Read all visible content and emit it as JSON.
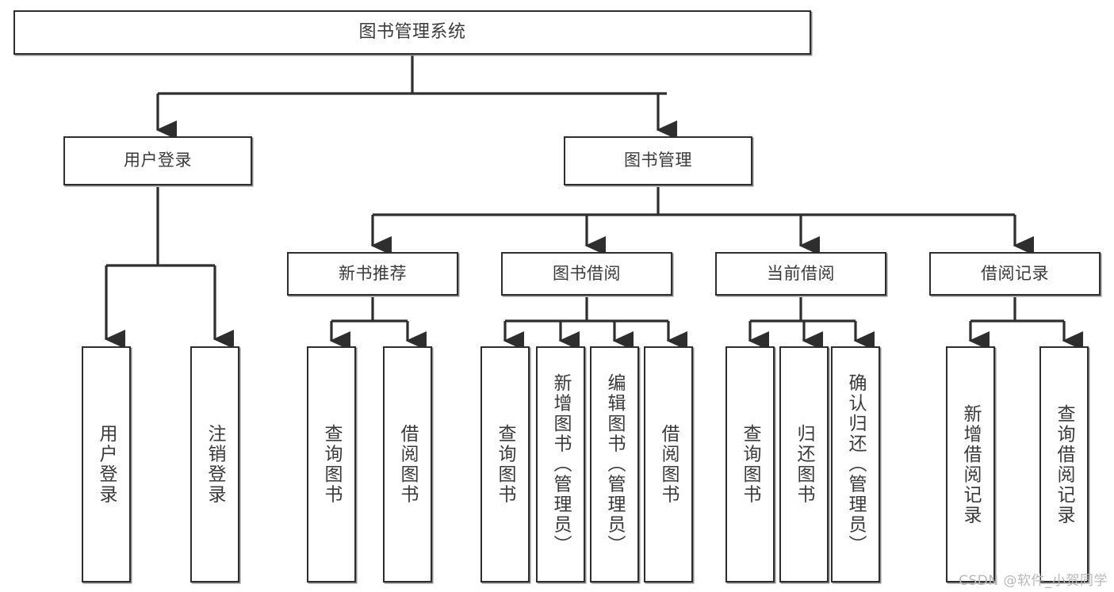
{
  "diagram": {
    "title": "图书管理系统",
    "type": "tree",
    "watermark": "CSDN @软件_小贺同学",
    "colors": {
      "stroke": "#2e2e2e",
      "fill": "#ffffff",
      "text": "#3a3a3a",
      "shadow": "#8c8c8c",
      "watermark": "#b9b9b9"
    },
    "nodes": {
      "root": {
        "label": "图书管理系统"
      },
      "level2": [
        {
          "label": "用户登录"
        },
        {
          "label": "图书管理"
        }
      ],
      "level3": [
        {
          "label": "新书推荐"
        },
        {
          "label": "图书借阅"
        },
        {
          "label": "当前借阅"
        },
        {
          "label": "借阅记录"
        }
      ],
      "leaves": {
        "user_login": [
          {
            "label": "用户登录"
          },
          {
            "label": "注销登录"
          }
        ],
        "new_book_recommend": [
          {
            "label": "查询图书"
          },
          {
            "label": "借阅图书"
          }
        ],
        "book_borrow": [
          {
            "label": "查询图书"
          },
          {
            "label": "新增图书（管理员）"
          },
          {
            "label": "编辑图书（管理员）"
          },
          {
            "label": "借阅图书"
          }
        ],
        "current_borrow": [
          {
            "label": "查询图书"
          },
          {
            "label": "归还图书"
          },
          {
            "label": "确认归还（管理员）"
          }
        ],
        "borrow_record": [
          {
            "label": "新增借阅记录"
          },
          {
            "label": "查询借阅记录"
          }
        ]
      }
    }
  }
}
